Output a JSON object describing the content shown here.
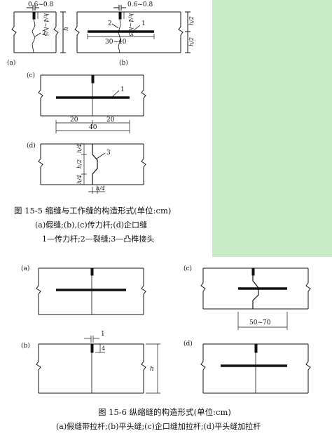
{
  "fig155": {
    "title": "图 15-5   缩缝与工作缝的构造形式(单位:cm)",
    "line1": "(a)假缝;(b),(c)传力杆;(d)企口缝",
    "line2": "1—传力杆;2—裂缝;3—凸榫接头",
    "a": {
      "label": "(a)",
      "gap": "0.6~0.8",
      "depth": "h/4~h/5",
      "num2": "2",
      "h": "h"
    },
    "b": {
      "label": "(b)",
      "gap": "0.6~0.8",
      "num2": "2",
      "depth": "h/4~h/5",
      "num1": "1",
      "dowel": "30~40",
      "h2a": "h/2",
      "h2b": "h/2"
    },
    "c": {
      "label": "(c)",
      "num1": "1",
      "d20a": "20",
      "d20b": "20",
      "d40": "40"
    },
    "d": {
      "label": "(d)",
      "num3": "3",
      "h4a": "h/4",
      "h2": "h/2",
      "h4b": "h/4",
      "h4w": "h/4"
    }
  },
  "fig156": {
    "title": "图 15-6   纵缩缝的构造形式(单位:cm)",
    "subtitle": "(a)假缝带拉杆;(b)平头缝;(c)企口缝加拉杆;(d)平头缝加拉杆",
    "a": {
      "label": "(a)"
    },
    "b": {
      "label": "(b)",
      "gap": "1",
      "depth": "4",
      "h": "h"
    },
    "c": {
      "label": "(c)",
      "dim": "50~70"
    },
    "d": {
      "label": "(d)"
    }
  },
  "colors": {
    "green_panel": "#c8ecc6",
    "ink": "#111111"
  }
}
